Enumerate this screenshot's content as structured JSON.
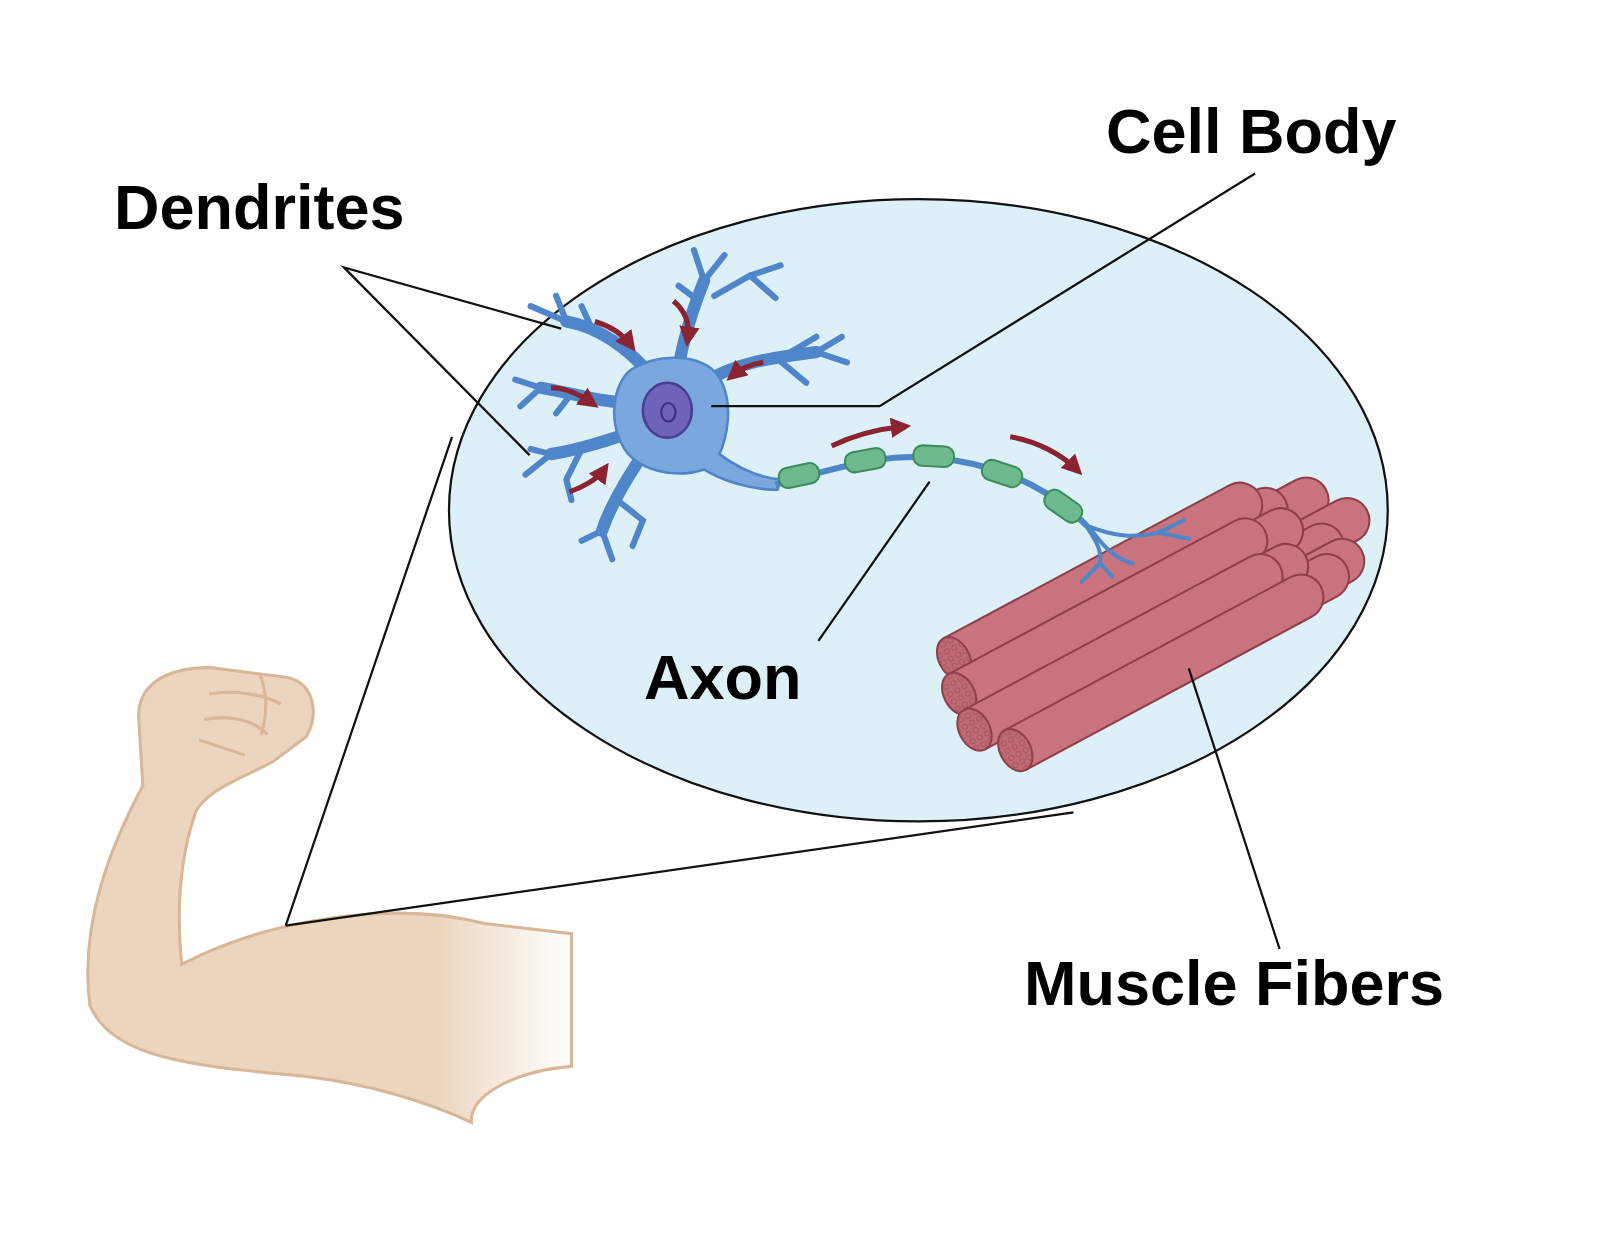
{
  "diagram": {
    "labels": [
      "Dendrites",
      "Cell Body",
      "Axon",
      "Muscle Fibers"
    ]
  }
}
